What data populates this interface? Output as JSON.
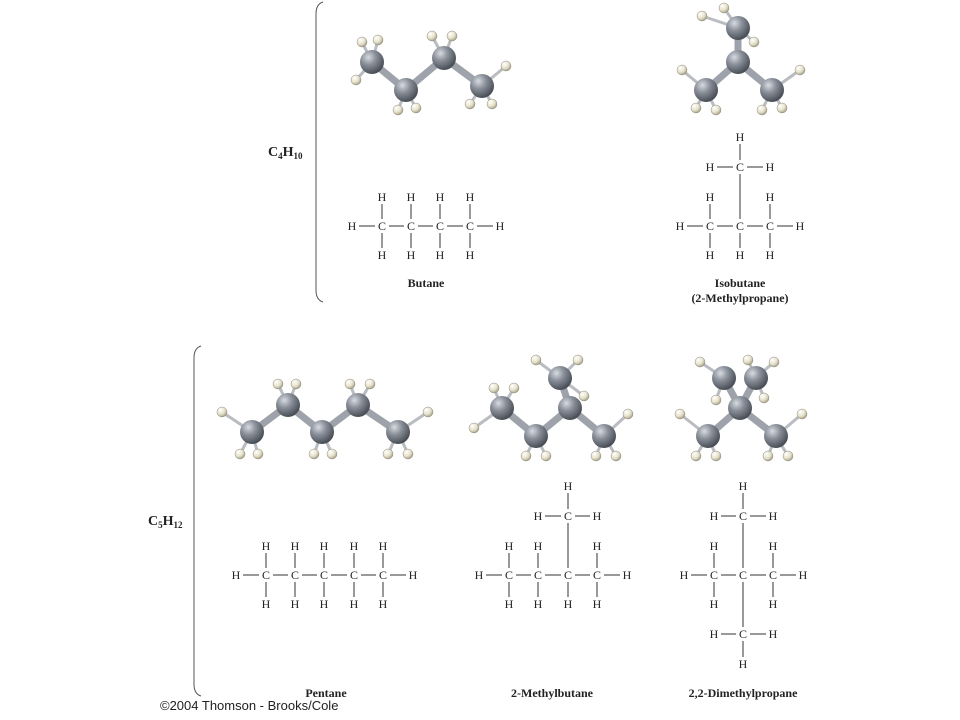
{
  "groups": [
    {
      "formula_main": "C",
      "formula_sub1": "4",
      "formula_mid": "H",
      "formula_sub2": "10"
    },
    {
      "formula_main": "C",
      "formula_sub1": "5",
      "formula_mid": "H",
      "formula_sub2": "12"
    }
  ],
  "compounds": [
    {
      "name": "Butane"
    },
    {
      "name": "Isobutane",
      "name2": "(2-Methylpropane)"
    },
    {
      "name": "Pentane"
    },
    {
      "name": "2-Methylbutane"
    },
    {
      "name": "2,2-Dimethylpropane"
    }
  ],
  "atoms": {
    "carbon": "C",
    "hydrogen": "H"
  },
  "colors": {
    "carbon": "#7c828c",
    "hydrogen": "#e8e4cf",
    "bond": "#a7acb4",
    "text": "#222222"
  },
  "footer": {
    "copyright": "©2004 Thomson - Brooks/Cole"
  }
}
